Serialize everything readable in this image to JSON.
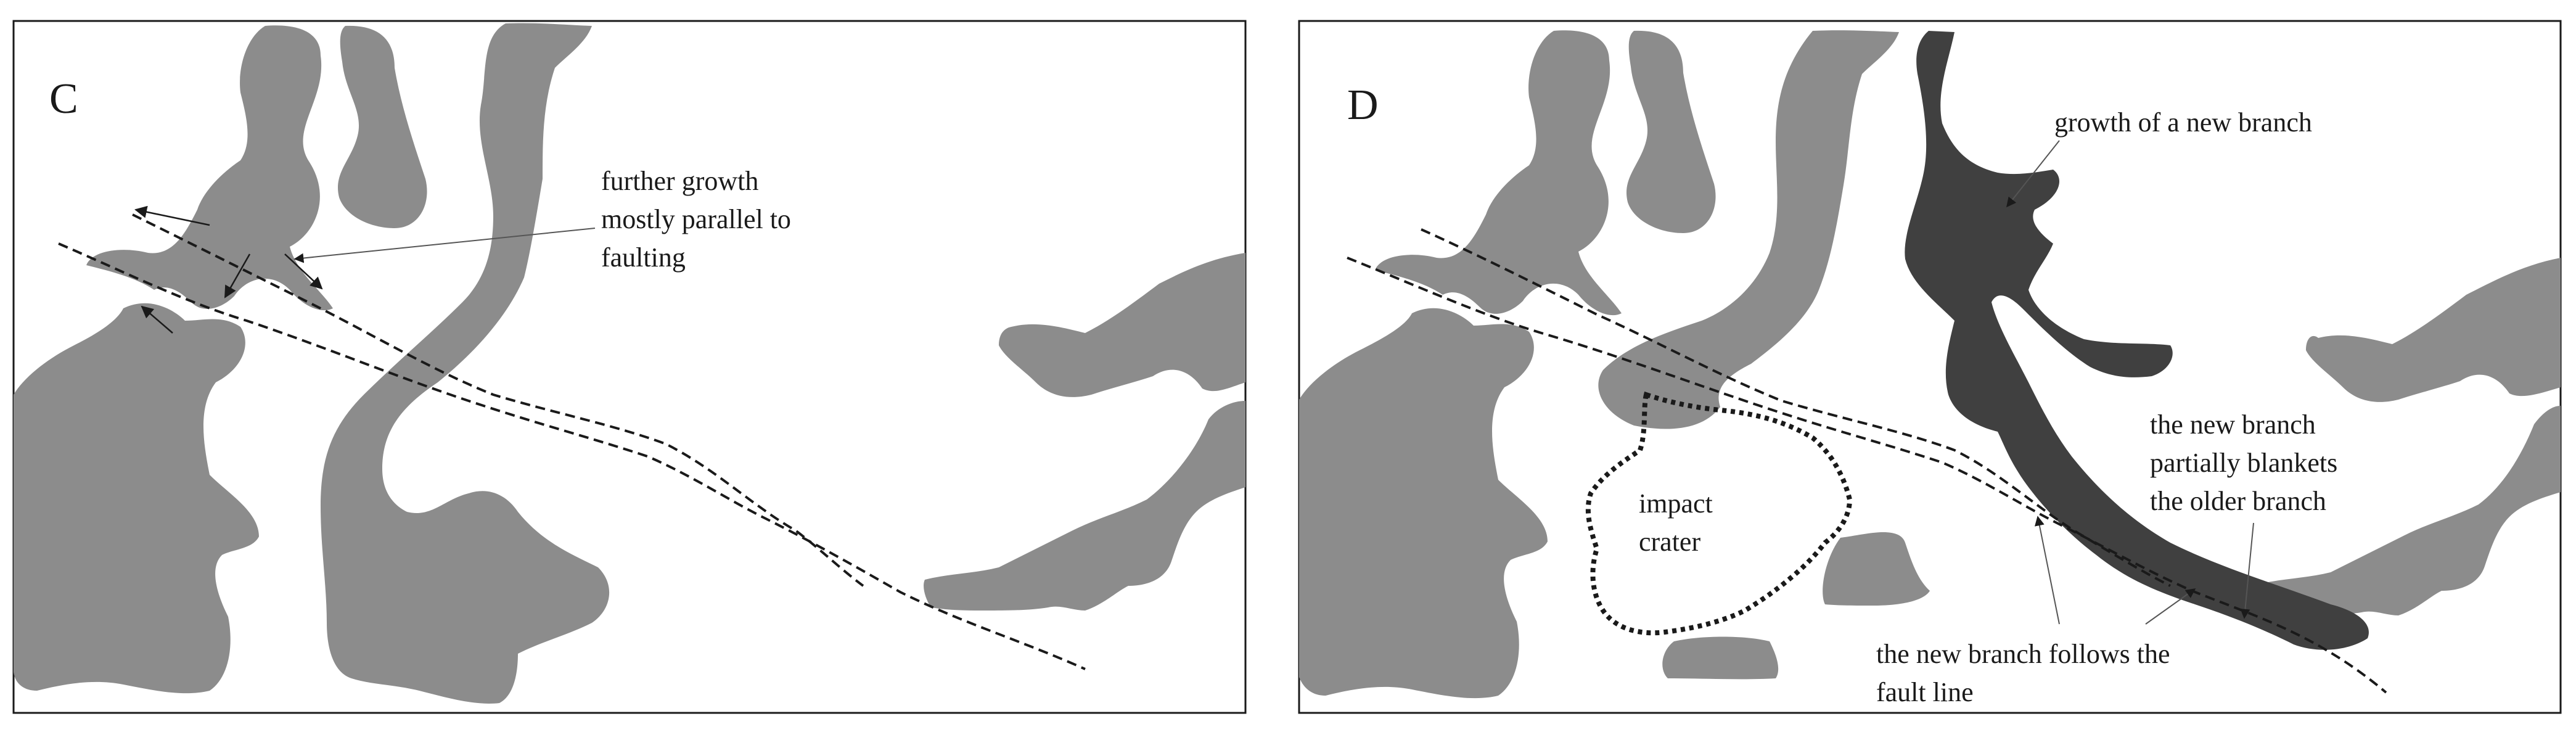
{
  "figure": {
    "colors": {
      "older_flow": "#8c8c8c",
      "new_branch": "#404040",
      "border": "#1a1a1a",
      "background": "#ffffff"
    },
    "panel_c": {
      "letter": "C",
      "annotation_lines": [
        "further growth",
        "mostly parallel to",
        "faulting"
      ]
    },
    "panel_d": {
      "letter": "D",
      "label_new_branch": "growth of a new branch",
      "label_crater_lines": [
        "impact",
        "crater"
      ],
      "label_blankets_lines": [
        "the new branch",
        "partially blankets",
        "the older branch"
      ],
      "label_follows_lines": [
        "the new branch follows the",
        "fault line"
      ]
    }
  }
}
